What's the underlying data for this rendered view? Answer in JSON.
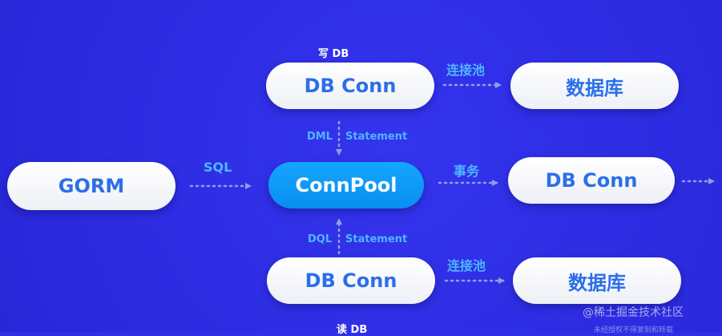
{
  "nodes": {
    "gorm": "GORM",
    "connpool": "ConnPool",
    "write_conn": "DB Conn",
    "write_db": "数据库",
    "tx_conn": "DB Conn",
    "read_conn": "DB Conn",
    "read_db": "数据库"
  },
  "labels": {
    "write_db_title": "写 DB",
    "read_db_title": "读 DB",
    "sql": "SQL",
    "write_pool": "连接池",
    "read_pool": "连接池",
    "transaction": "事务",
    "dml_a": "DML",
    "dml_b": "Statement",
    "dql_a": "DQL",
    "dql_b": "Statement"
  },
  "watermark": {
    "main": "@稀土掘金技术社区",
    "sub": "未经授权不得复制和转载"
  },
  "colors": {
    "background": "#2f2fe6",
    "pill": "#ffffff",
    "pill_text": "#2b6fe8",
    "accent_pill": "#0a8ef0",
    "edge_label": "#4fb6ff",
    "arrow": "#9aa8e8"
  }
}
